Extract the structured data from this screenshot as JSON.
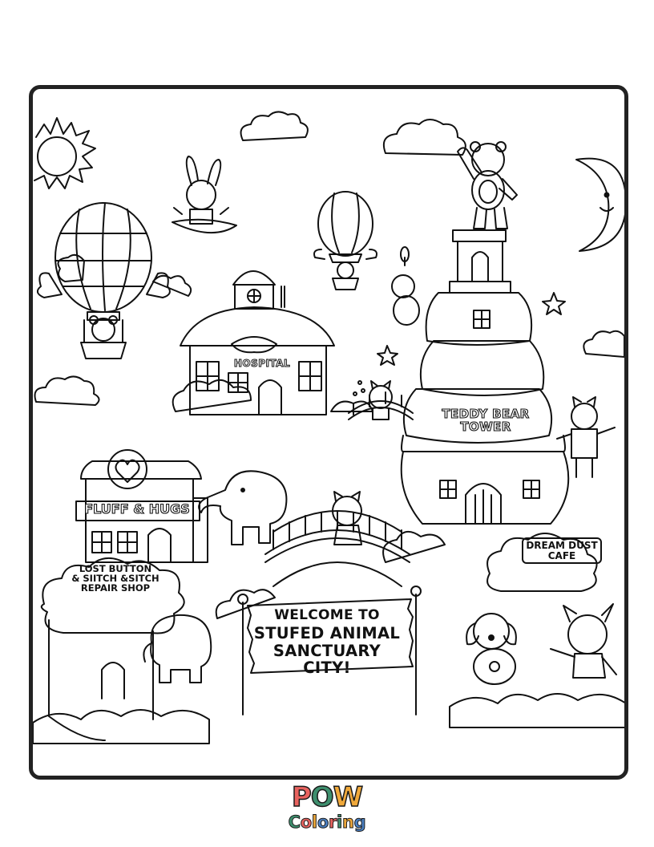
{
  "page": {
    "type": "coloring-page",
    "title": "Stuffed Animal Sanctuary City"
  },
  "scene": {
    "welcome_sign": {
      "line1": "WELCOME TO",
      "line2": "STUFED ANIMAL",
      "line3": "SANCTUARY CITY!"
    },
    "hospital_sign": "HOSPITAL",
    "tower_sign": {
      "line1": "TEDDY BEAR",
      "line2": "TOWER"
    },
    "shop_sign": "FLUFF & HUGS",
    "cafe_sign": {
      "line1": "DREAM DUST",
      "line2": "CAFE"
    },
    "repair_shop_sign": {
      "line1": "LOST BUTTON",
      "line2": "& SIITCH &SITCH",
      "line3": "REPAIR SHOP"
    },
    "elements": [
      "sun",
      "moon-with-face",
      "clouds",
      "hot-air-balloon-bear",
      "hot-air-balloon-small",
      "flying-bunny",
      "hospital",
      "teddy-bear-tower",
      "waving-teddy-bear",
      "fluff-and-hugs-shop",
      "bridges",
      "elephants",
      "cats",
      "puppy",
      "stars"
    ]
  },
  "logo": {
    "word1_letters": [
      "P",
      "O",
      "W"
    ],
    "word1_colors": [
      "#e8635f",
      "#3e8f6e",
      "#f0a93b"
    ],
    "word2_letters": [
      "C",
      "o",
      "l",
      "o",
      "r",
      "i",
      "n",
      "g"
    ],
    "word2_colors": [
      "#3e8f6e",
      "#e8635f",
      "#f0a93b",
      "#4a7fc1",
      "#e8635f",
      "#3e8f6e",
      "#f0a93b",
      "#4a7fc1"
    ]
  },
  "colors": {
    "frame": "#222222",
    "ink": "#111111",
    "background": "#ffffff"
  }
}
